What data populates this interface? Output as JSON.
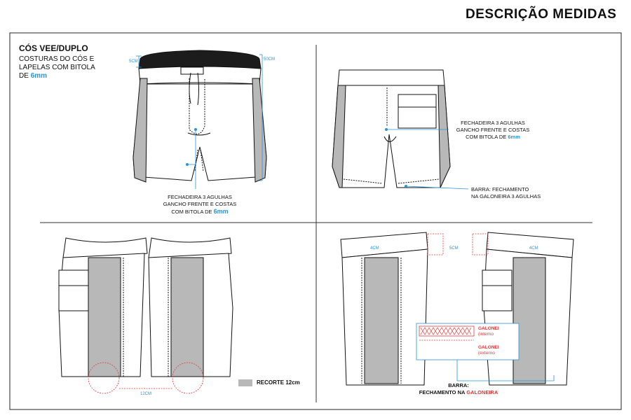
{
  "page_title": "DESCRIÇÃO MEDIDAS",
  "panel1": {
    "heading": "CÓS VEE/DUPLO",
    "note_line1": "COSTURAS DO CÓS E",
    "note_line2": "LAPELAS  COM BITOLA",
    "note_line3_prefix": "DE",
    "note_line3_value": "6mm",
    "measure_left": "5CM",
    "measure_right": "50CM",
    "callout_line1": "FECHADEIRA 3 AGULHAS",
    "callout_line2": "GANCHO FRENTE E COSTAS",
    "callout_line3_prefix": "COM BITOLA DE",
    "callout_line3_value": "6mm"
  },
  "panel2": {
    "callout_line1": "FECHADEIRA 3 AGULHAS",
    "callout_line2": "GANCHO FRENTE E COSTAS",
    "callout_line3_prefix": "COM BITOLA DE",
    "callout_line3_value": "6mm",
    "barra_line1": "BARRA: FECHAMENTO",
    "barra_line2": "NA GALONEIRA 3 AGULHAS"
  },
  "panel3": {
    "measure": "12CM",
    "legend_label": "RECORTE 12cm"
  },
  "panel4": {
    "measure_left": "4CM",
    "measure_center": "5CM",
    "measure_right": "4CM",
    "galonei_internal_1": "GALONEI",
    "galonei_internal_2": "(interno",
    "galonei_external_1": "GALONEI",
    "galonei_external_2": "(externo",
    "barra_line1": "BARRA:",
    "barra_line2_prefix": "FECHAMENTO NA",
    "barra_line2_highlight": "GALONEIRA"
  },
  "colors": {
    "accent_blue": "#2a95d6",
    "accent_red": "#e03a3a",
    "panel_gray": "#b8b8b8",
    "line": "#111111"
  }
}
